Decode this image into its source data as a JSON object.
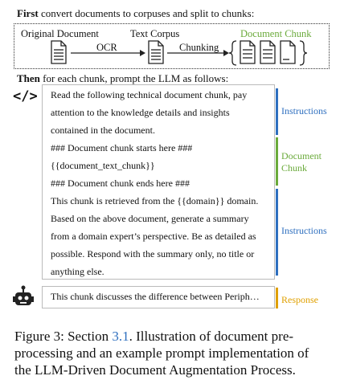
{
  "step1": {
    "bold": "First",
    "rest": " convert documents to corpuses and split to chunks:"
  },
  "pipeline": {
    "original_document": "Original Document",
    "ocr": "OCR",
    "text_corpus": "Text Corpus",
    "chunking": "Chunking",
    "document_chunk": "Document Chunk"
  },
  "step2": {
    "bold": "Then",
    "rest": " for each chunk, prompt the LLM as follows:"
  },
  "prompt_lines": [
    "Read the following technical document chunk, pay",
    "attention to the knowledge details and insights",
    "contained in the document.",
    "### Document chunk starts here ###",
    "{{document_text_chunk}}",
    "### Document chunk ends here ###",
    "This chunk is retrieved from the {{domain}} domain.",
    "Based on the above document, generate a summary",
    "from a domain expert’s perspective. Be as detailed as",
    "possible. Respond with the summary only, no title or",
    "anything else."
  ],
  "labels": {
    "instructions_1": "Instructions",
    "document_chunk_line1": "Document",
    "document_chunk_line2": "Chunk",
    "instructions_2": "Instructions",
    "response": "Response"
  },
  "response_text": "This chunk discusses the difference between Periph…",
  "code_icon_glyph": "</>",
  "caption": {
    "prefix": "Figure 3: Section ",
    "ref": "3.1",
    "line1_rest": ". Illustration of document pre-",
    "line2": "processing and an example prompt implementation of",
    "line3": "the LLM-Driven Document Augmentation Process."
  },
  "colors": {
    "instructions": "#2e6fbf",
    "chunk": "#6aaa3a",
    "response": "#e0a000"
  }
}
